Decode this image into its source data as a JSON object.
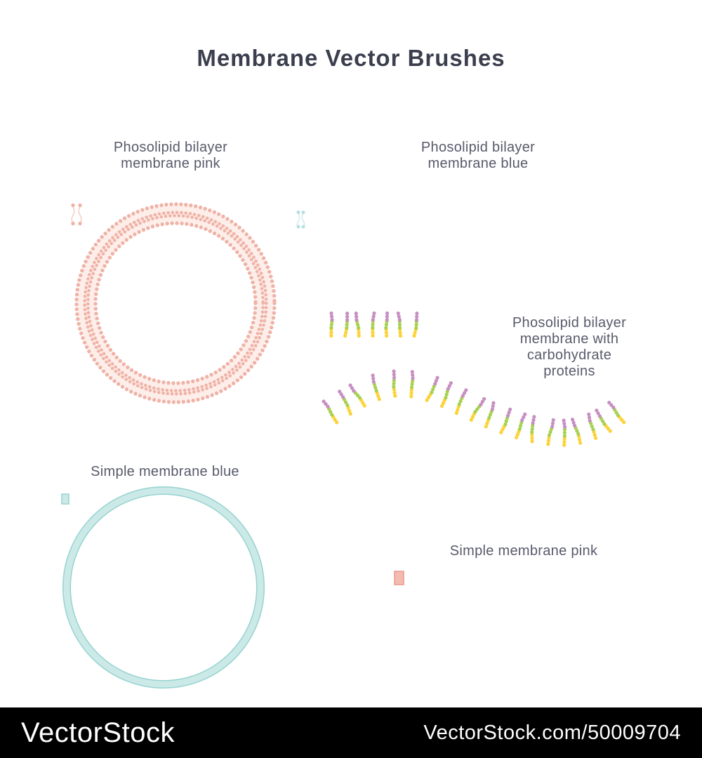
{
  "title": "Membrane Vector Brushes",
  "captions": {
    "pink_bilayer": "Phosolipid bilayer\nmembrane pink",
    "blue_bilayer": "Phosolipid bilayer\nmembrane blue",
    "carb_bilayer": "Phosolipid bilayer\nmembrane with\ncarbohydrate proteins",
    "simple_blue": "Simple membrane blue",
    "simple_pink": "Simple membrane pink"
  },
  "watermark": {
    "brand": "VectorStock",
    "code": "VectorStock.com/50009704"
  },
  "palette": {
    "titleColor": "#3a3e4d",
    "labelColor": "#585a6b",
    "headPink": "#f0b3a7",
    "bodyPink": "#fdeeea",
    "headBlue": "#b7dfe3",
    "bodyBlue": "#edf6f7",
    "tealFill": "#cbe9e7",
    "tealEdge": "#96d3d0",
    "pinkFill": "#f4bbb0",
    "pinkEdge": "#e8998c",
    "beadYellow": "#fbd338",
    "beadGreen": "#a7d152",
    "beadPurple": "#c78fc2",
    "barBg": "#000000",
    "barText": "#ffffff"
  },
  "brushes": [
    {
      "name": "Phosolipid bilayer membrane pink",
      "form": "ring"
    },
    {
      "name": "Phosolipid bilayer membrane blue",
      "form": "wave"
    },
    {
      "name": "Phosolipid bilayer membrane with carbohydrate proteins",
      "form": "straight-and-wave"
    },
    {
      "name": "Simple membrane blue",
      "form": "circle"
    },
    {
      "name": "Simple membrane pink",
      "form": "line-with-pit"
    }
  ],
  "proteins": {
    "straight": {
      "path": "protStraight",
      "into": "proteinsS",
      "count": 7,
      "seg": 11.5
    },
    "wavy": {
      "path": "protWavy",
      "into": "proteinsW",
      "count": 20,
      "seg": 13
    }
  }
}
